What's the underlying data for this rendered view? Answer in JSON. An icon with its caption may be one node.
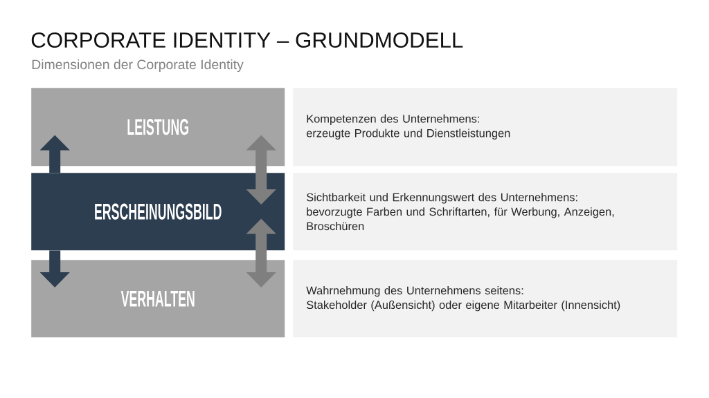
{
  "diagram": {
    "title": "CORPORATE IDENTITY – GRUNDMODELL",
    "nodes": [
      {
        "text": [
          "LEISTUNG"
        ]
      },
      {
        "text": [
          "ERSCHEINUNGSBILD"
        ]
      },
      {
        "text": [
          "VERHALTEN"
        ]
      },
      {
        "text": [
          "Kompetenzen des Unternehmens:",
          "erzeugte Produkte und Dienstleistungen"
        ]
      },
      {
        "text": [
          "Sichtbarkeit und Erkennungswert des Unternehmens:",
          "bevorzugte Farben und Schriftarten, für Werbung, Anzeigen, Broschüren"
        ]
      },
      {
        "text": [
          "Wahrnehmung des Unternehmens seitens:",
          "Stakeholder (Außensicht) oder eigene Mitarbeiter (Innensicht)"
        ]
      }
    ],
    "edges": [
      {
        "from": 1,
        "to": 0,
        "arrow": "to",
        "color": "#2d3e50"
      },
      {
        "from": 1,
        "to": 2,
        "arrow": "to",
        "color": "#2d3e50"
      },
      {
        "from": 0,
        "to": 1,
        "arrow": "both"
      },
      {
        "from": 1,
        "to": 2,
        "arrow": "both"
      }
    ],
    "labels": [
      "Dimensionen der Corporate Identity"
    ]
  }
}
